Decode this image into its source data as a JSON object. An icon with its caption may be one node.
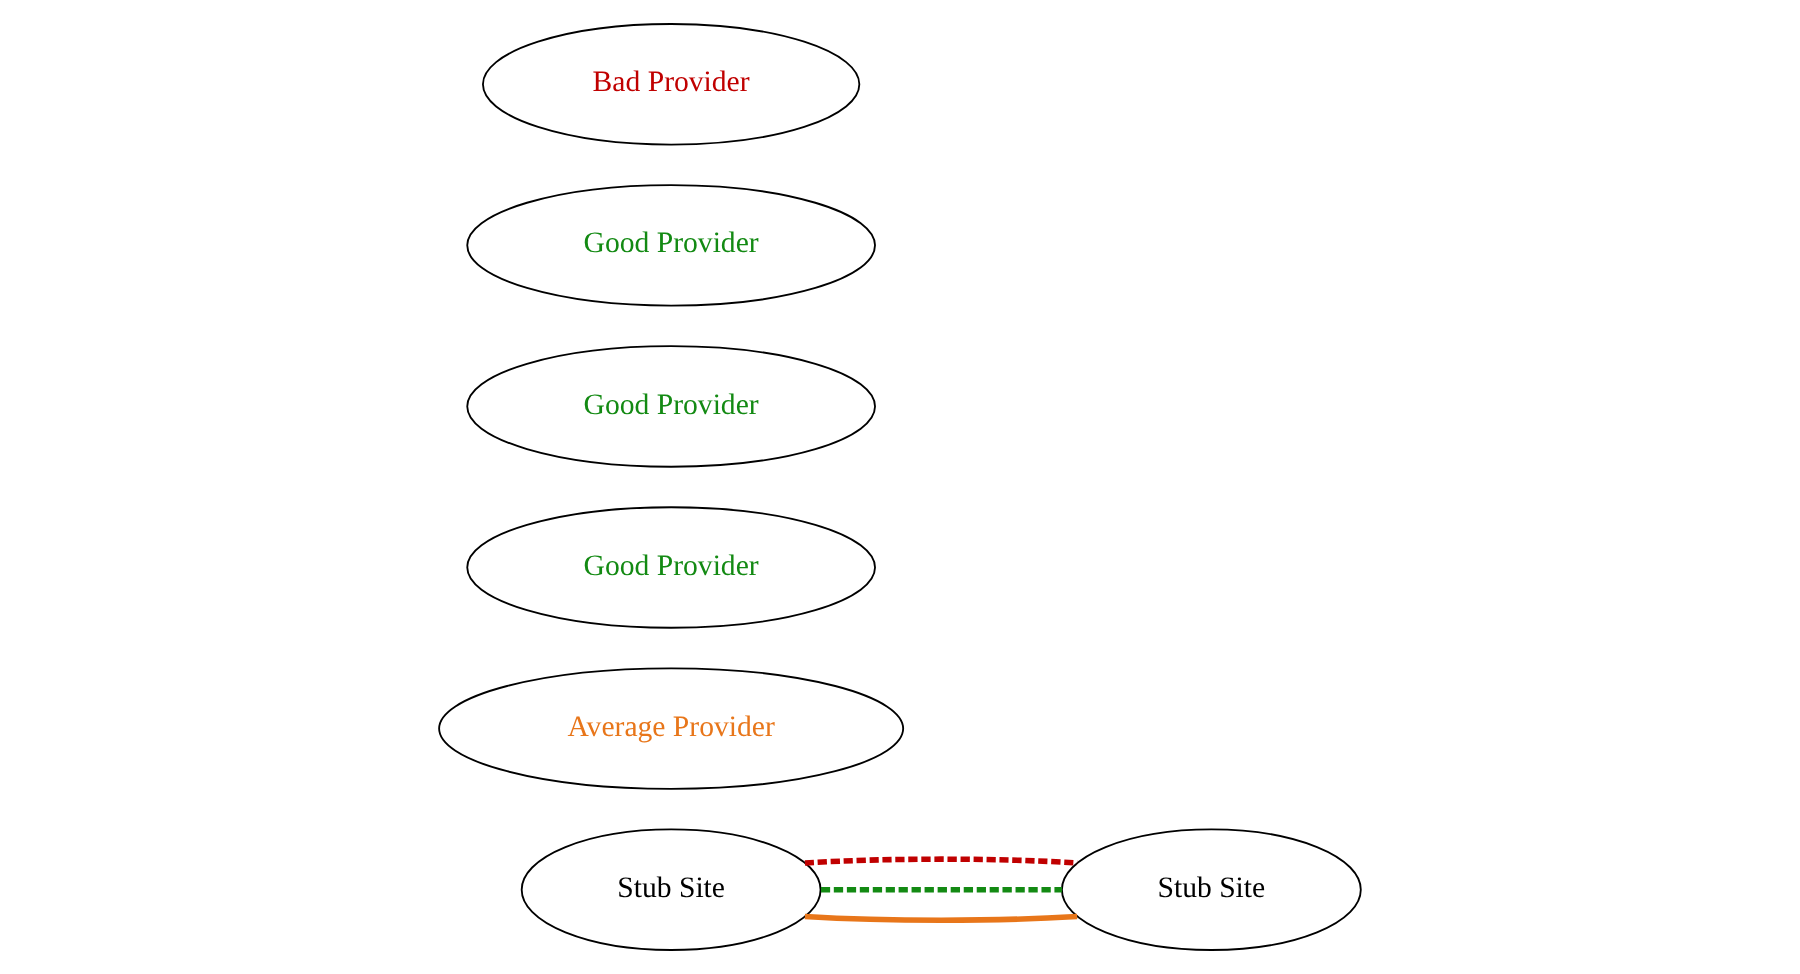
{
  "diagram": {
    "nodes": [
      {
        "text": [
          "Stub Site"
        ]
      },
      {
        "text": [
          "Average Provider"
        ]
      },
      {
        "text": [
          "Good Provider"
        ]
      },
      {
        "text": [
          "Good Provider"
        ]
      },
      {
        "text": [
          "Good Provider"
        ]
      },
      {
        "text": [
          "Bad Provider"
        ]
      },
      {
        "text": [
          "Stub Site"
        ]
      }
    ],
    "edges": [
      {
        "from": 0,
        "to": 6,
        "arrow": "none",
        "color": "#e8761a"
      },
      {
        "from": 0,
        "to": 6,
        "arrow": "none",
        "style": "dashed",
        "color": "#138a13"
      },
      {
        "from": 0,
        "to": 6,
        "arrow": "none",
        "style": "dashed",
        "color": "#c00000"
      }
    ]
  }
}
